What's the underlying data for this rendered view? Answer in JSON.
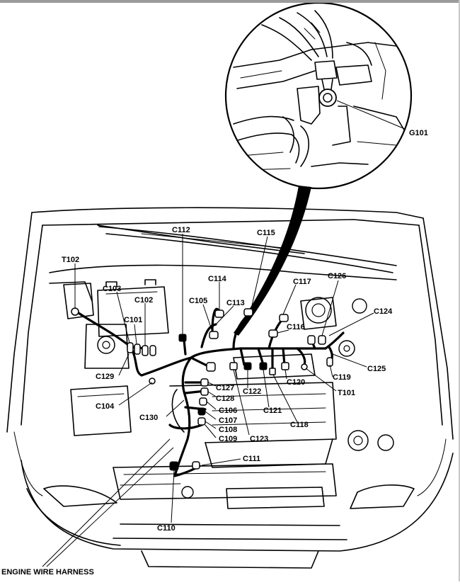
{
  "diagram": {
    "harness_label": "ENGINE WIRE HARNESS",
    "ground_label": "G101",
    "connectors": [
      {
        "id": "t102",
        "label": "T102"
      },
      {
        "id": "c112",
        "label": "C112"
      },
      {
        "id": "c115",
        "label": "C115"
      },
      {
        "id": "c114",
        "label": "C114"
      },
      {
        "id": "c126",
        "label": "C126"
      },
      {
        "id": "c103",
        "label": "C103"
      },
      {
        "id": "c102",
        "label": "C102"
      },
      {
        "id": "c105",
        "label": "C105"
      },
      {
        "id": "c113",
        "label": "C113"
      },
      {
        "id": "c117",
        "label": "C117"
      },
      {
        "id": "c124",
        "label": "C124"
      },
      {
        "id": "c101",
        "label": "C101"
      },
      {
        "id": "c116",
        "label": "C116"
      },
      {
        "id": "c129",
        "label": "C129"
      },
      {
        "id": "c119",
        "label": "C119"
      },
      {
        "id": "c125",
        "label": "C125"
      },
      {
        "id": "c120",
        "label": "C120"
      },
      {
        "id": "c127",
        "label": "C127"
      },
      {
        "id": "c122",
        "label": "C122"
      },
      {
        "id": "t101",
        "label": "T101"
      },
      {
        "id": "c104",
        "label": "C104"
      },
      {
        "id": "c128",
        "label": "C128"
      },
      {
        "id": "c121",
        "label": "C121"
      },
      {
        "id": "c130",
        "label": "C130"
      },
      {
        "id": "c106",
        "label": "C106"
      },
      {
        "id": "c107",
        "label": "C107"
      },
      {
        "id": "c118",
        "label": "C118"
      },
      {
        "id": "c108",
        "label": "C108"
      },
      {
        "id": "c109",
        "label": "C109"
      },
      {
        "id": "c123",
        "label": "C123"
      },
      {
        "id": "c111",
        "label": "C111"
      },
      {
        "id": "c110",
        "label": "C110"
      }
    ]
  }
}
